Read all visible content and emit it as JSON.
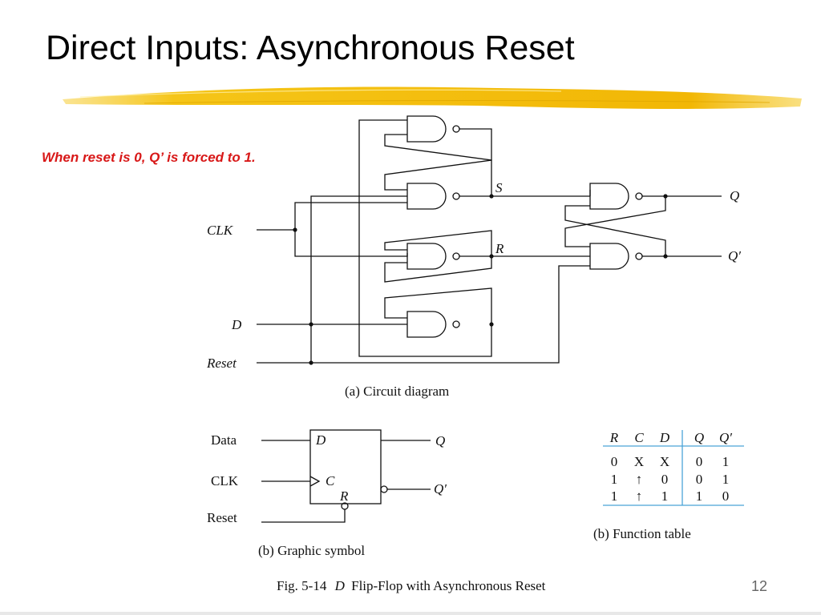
{
  "slide": {
    "title": "Direct Inputs: Asynchronous Reset",
    "note": "When reset is 0, Q’ is forced to 1.",
    "page_number": "12"
  },
  "colors": {
    "highlight": "#f5c518",
    "note_text": "#d81818",
    "table_rule": "#4aa3d8"
  },
  "circuit": {
    "labels": {
      "clk": "CLK",
      "d": "D",
      "reset": "Reset",
      "s": "S",
      "r": "R",
      "q": "Q",
      "qbar": "Q′"
    },
    "caption": "(a) Circuit diagram"
  },
  "symbol": {
    "in_data": "Data",
    "in_clk": "CLK",
    "in_reset": "Reset",
    "pin_d": "D",
    "pin_c": "C",
    "pin_r": "R",
    "out_q": "Q",
    "out_qbar": "Q′",
    "caption": "(b) Graphic symbol"
  },
  "function_table": {
    "headers": [
      "R",
      "C",
      "D",
      "Q",
      "Q′"
    ],
    "rows": [
      [
        "0",
        "X",
        "X",
        "0",
        "1"
      ],
      [
        "1",
        "↑",
        "0",
        "0",
        "1"
      ],
      [
        "1",
        "↑",
        "1",
        "1",
        "0"
      ]
    ],
    "caption": "(b) Function table"
  },
  "figure_caption": {
    "prefix": "Fig. 5-14",
    "d": "D",
    "rest": "Flip-Flop with Asynchronous Reset"
  }
}
